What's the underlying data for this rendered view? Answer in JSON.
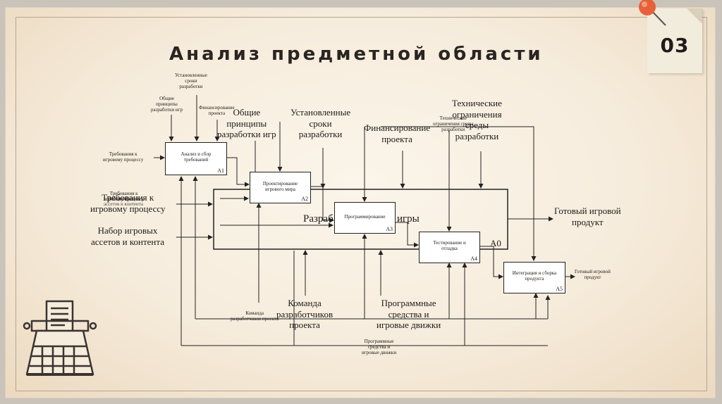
{
  "slide": {
    "title": "Анализ предметной области",
    "number": "03"
  },
  "diagram": {
    "labels": {
      "sroki_small_top": "Установленные\nсроки\nразработки",
      "principles_small": "Общие\nпринципы\nразработки игр",
      "finance_small": "Финансирование\nпроекта",
      "requirements_small": "Требования к\nигровому процессу",
      "principles_large": "Общие\nпринципы\nразработки игр",
      "sroki_large": "Установленные\nсроки\nразработки",
      "finance_large": "Финансирование\nпроекта",
      "tech_small": "Технические\nограничения среды\nразработки",
      "tech_large": "Технические\nограничения\nсреды\nразработки",
      "requirements_small_overlap": "Требования к\nигровому процессу",
      "requirements_large": "Требования к\nигровому процессу",
      "assets_small": "Набор игровых\nассетов и контента",
      "assets_large": "Набор игровых\nассетов и контента",
      "main_box_fragment_left": "Разраб",
      "main_box_fragment_right": "игры",
      "output_large": "Готовый игровой\nпродукт",
      "output_small": "Готовый игровой\nпродукт",
      "team_small": "Команда\nразработчиков проекта",
      "team_large": "Команда\nразработчиков\nпроекта",
      "tools_large": "Программные\nсредства и\nигровые движки",
      "tools_small": "Программные\nсредства и\nигровые движки"
    },
    "boxes": [
      {
        "label": "Анализ и сбор\nтребований",
        "code": "А1"
      },
      {
        "label": "Проектирование\nигрового мира",
        "code": "А2"
      },
      {
        "label": "Программирование",
        "code": "А3"
      },
      {
        "label": "Тестирование и\nотладка",
        "code": "А4"
      },
      {
        "label": "Интеграция и сборка\nпродукта",
        "code": "А5"
      }
    ],
    "main_box_code": "А0"
  },
  "colors": {
    "paper": "#f6ecdc",
    "ink": "#1d1a18",
    "frame": "#b3a691",
    "pin": "#e8603a",
    "typewriter": "#3a3431"
  }
}
